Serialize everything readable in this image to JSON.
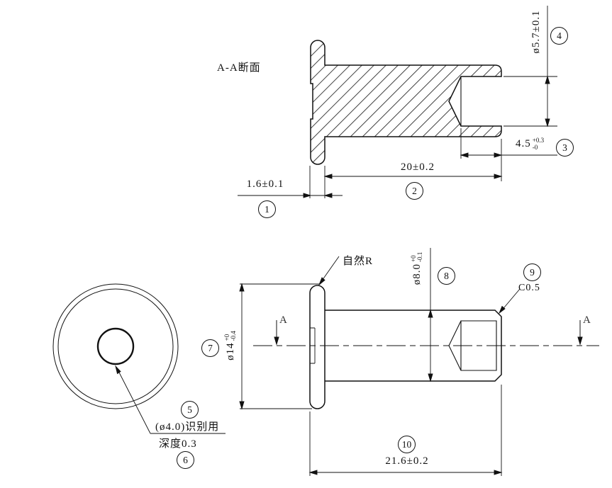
{
  "drawing": {
    "section_title": "A-A断面",
    "section_arrow_label": "A",
    "colors": {
      "line": "#111111",
      "background": "#ffffff"
    },
    "annotations": {
      "natural_r": "自然R",
      "chamfer_note": "C0.5",
      "id_mark_note": "(ø4.0)识别用",
      "depth_note": "深度0.3"
    },
    "dimensions": {
      "flange_thickness": {
        "text": "1.6±0.1",
        "balloon": "1"
      },
      "body_length": {
        "text": "20±0.2",
        "balloon": "2"
      },
      "bore_depth": {
        "value": "4.5",
        "tol_upper": "+0.3",
        "tol_lower": "-0",
        "balloon": "3"
      },
      "bore_dia": {
        "text": "ø5.7±0.1",
        "balloon": "4"
      },
      "id_mark": {
        "balloon": "5"
      },
      "id_depth": {
        "balloon": "6"
      },
      "flange_dia": {
        "value": "ø14",
        "tol_upper": "+0",
        "tol_lower": "-0.4",
        "balloon": "7"
      },
      "body_dia": {
        "value": "ø8.0",
        "tol_upper": "+0",
        "tol_lower": "-0.1",
        "balloon": "8"
      },
      "chamfer": {
        "balloon": "9"
      },
      "total_length": {
        "text": "21.6±0.2",
        "balloon": "10"
      }
    }
  }
}
